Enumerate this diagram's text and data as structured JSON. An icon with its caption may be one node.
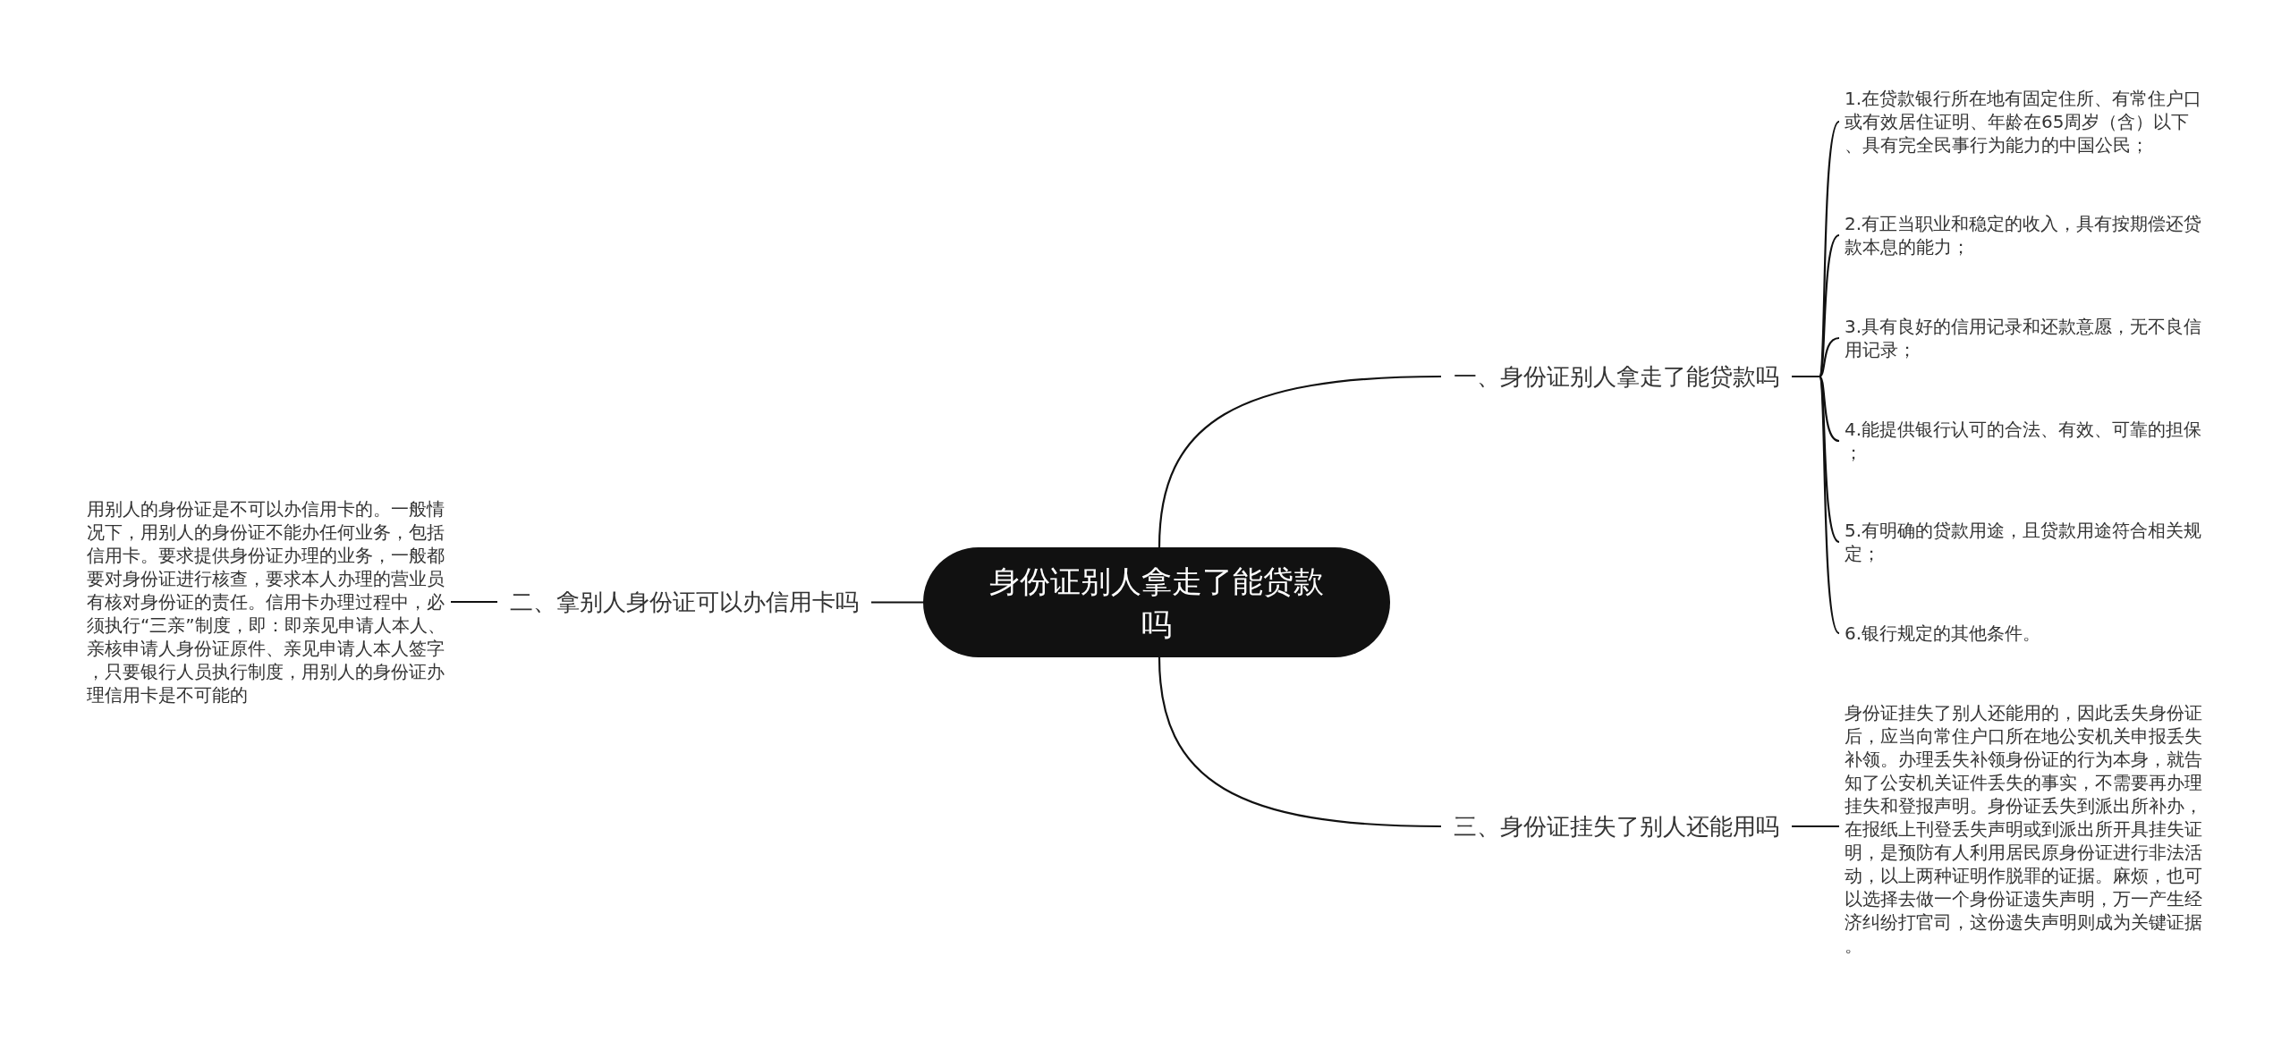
{
  "diagram": {
    "nodes": [
      {
        "text": [
          "身份证别人拿走了能贷款吗"
        ]
      },
      {
        "text": [
          "一、身份证别人拿走了能贷款吗"
        ]
      },
      {
        "text": [
          "1.在贷款银行所在地有固定住所、有常住户口或有效居住证明、年龄在65周岁（含）以下、具有完全民事行为能力的中国公民；"
        ]
      },
      {
        "text": [
          "2.有正当职业和稳定的收入，具有按期偿还贷款本息的能力；"
        ]
      },
      {
        "text": [
          "3.具有良好的信用记录和还款意愿，无不良信用记录；"
        ]
      },
      {
        "text": [
          "4.能提供银行认可的合法、有效、可靠的担保；"
        ]
      },
      {
        "text": [
          "5.有明确的贷款用途，且贷款用途符合相关规定；"
        ]
      },
      {
        "text": [
          "6.银行规定的其他条件。"
        ]
      },
      {
        "text": [
          "二、拿别人身份证可以办信用卡吗"
        ]
      },
      {
        "text": [
          "用别人的身份证是不可以办信用卡的。一般情况下，用别人的身份证不能办任何业务，包括信用卡。要求提供身份证办理的业务，一般都要对身份证进行核查，要求本人办理的营业员有核对身份证的责任。信用卡办理过程中，必须执行“三亲”制度，即：即亲见申请人本人、亲核申请人身份证原件、亲见申请人本人签字，只要银行人员执行制度，用别人的身份证办理信用卡是不可能的"
        ]
      },
      {
        "text": [
          "三、身份证挂失了别人还能用吗"
        ]
      },
      {
        "text": [
          "身份证挂失了别人还能用的，因此丢失身份证后，应当向常住户口所在地公安机关申报丢失补领。办理丢失补领身份证的行为本身，就告知了公安机关证件丢失的事实，不需要再办理挂失和登报声明。身份证丢失到派出所补办，在报纸上刊登丢失声明或到派出所开具挂失证明，是预防有人利用居民原身份证进行非法活动，以上两种证明作脱罪的证据。麻烦，也可以选择去做一个身份证遗失声明，万一产生经济纠纷打官司，这份遗失声明则成为关键证据。"
        ]
      }
    ],
    "edges": [
      {
        "from": 0,
        "to": 1,
        "arrow": "none"
      },
      {
        "from": 1,
        "to": 2,
        "arrow": "none"
      },
      {
        "from": 1,
        "to": 3,
        "arrow": "none"
      },
      {
        "from": 1,
        "to": 4,
        "arrow": "none"
      },
      {
        "from": 1,
        "to": 5,
        "arrow": "none"
      },
      {
        "from": 1,
        "to": 6,
        "arrow": "none"
      },
      {
        "from": 1,
        "to": 7,
        "arrow": "none"
      },
      {
        "from": 0,
        "to": 8,
        "arrow": "none"
      },
      {
        "from": 8,
        "to": 9,
        "arrow": "none"
      },
      {
        "from": 0,
        "to": 10,
        "arrow": "none"
      },
      {
        "from": 10,
        "to": 11,
        "arrow": "none"
      }
    ]
  }
}
